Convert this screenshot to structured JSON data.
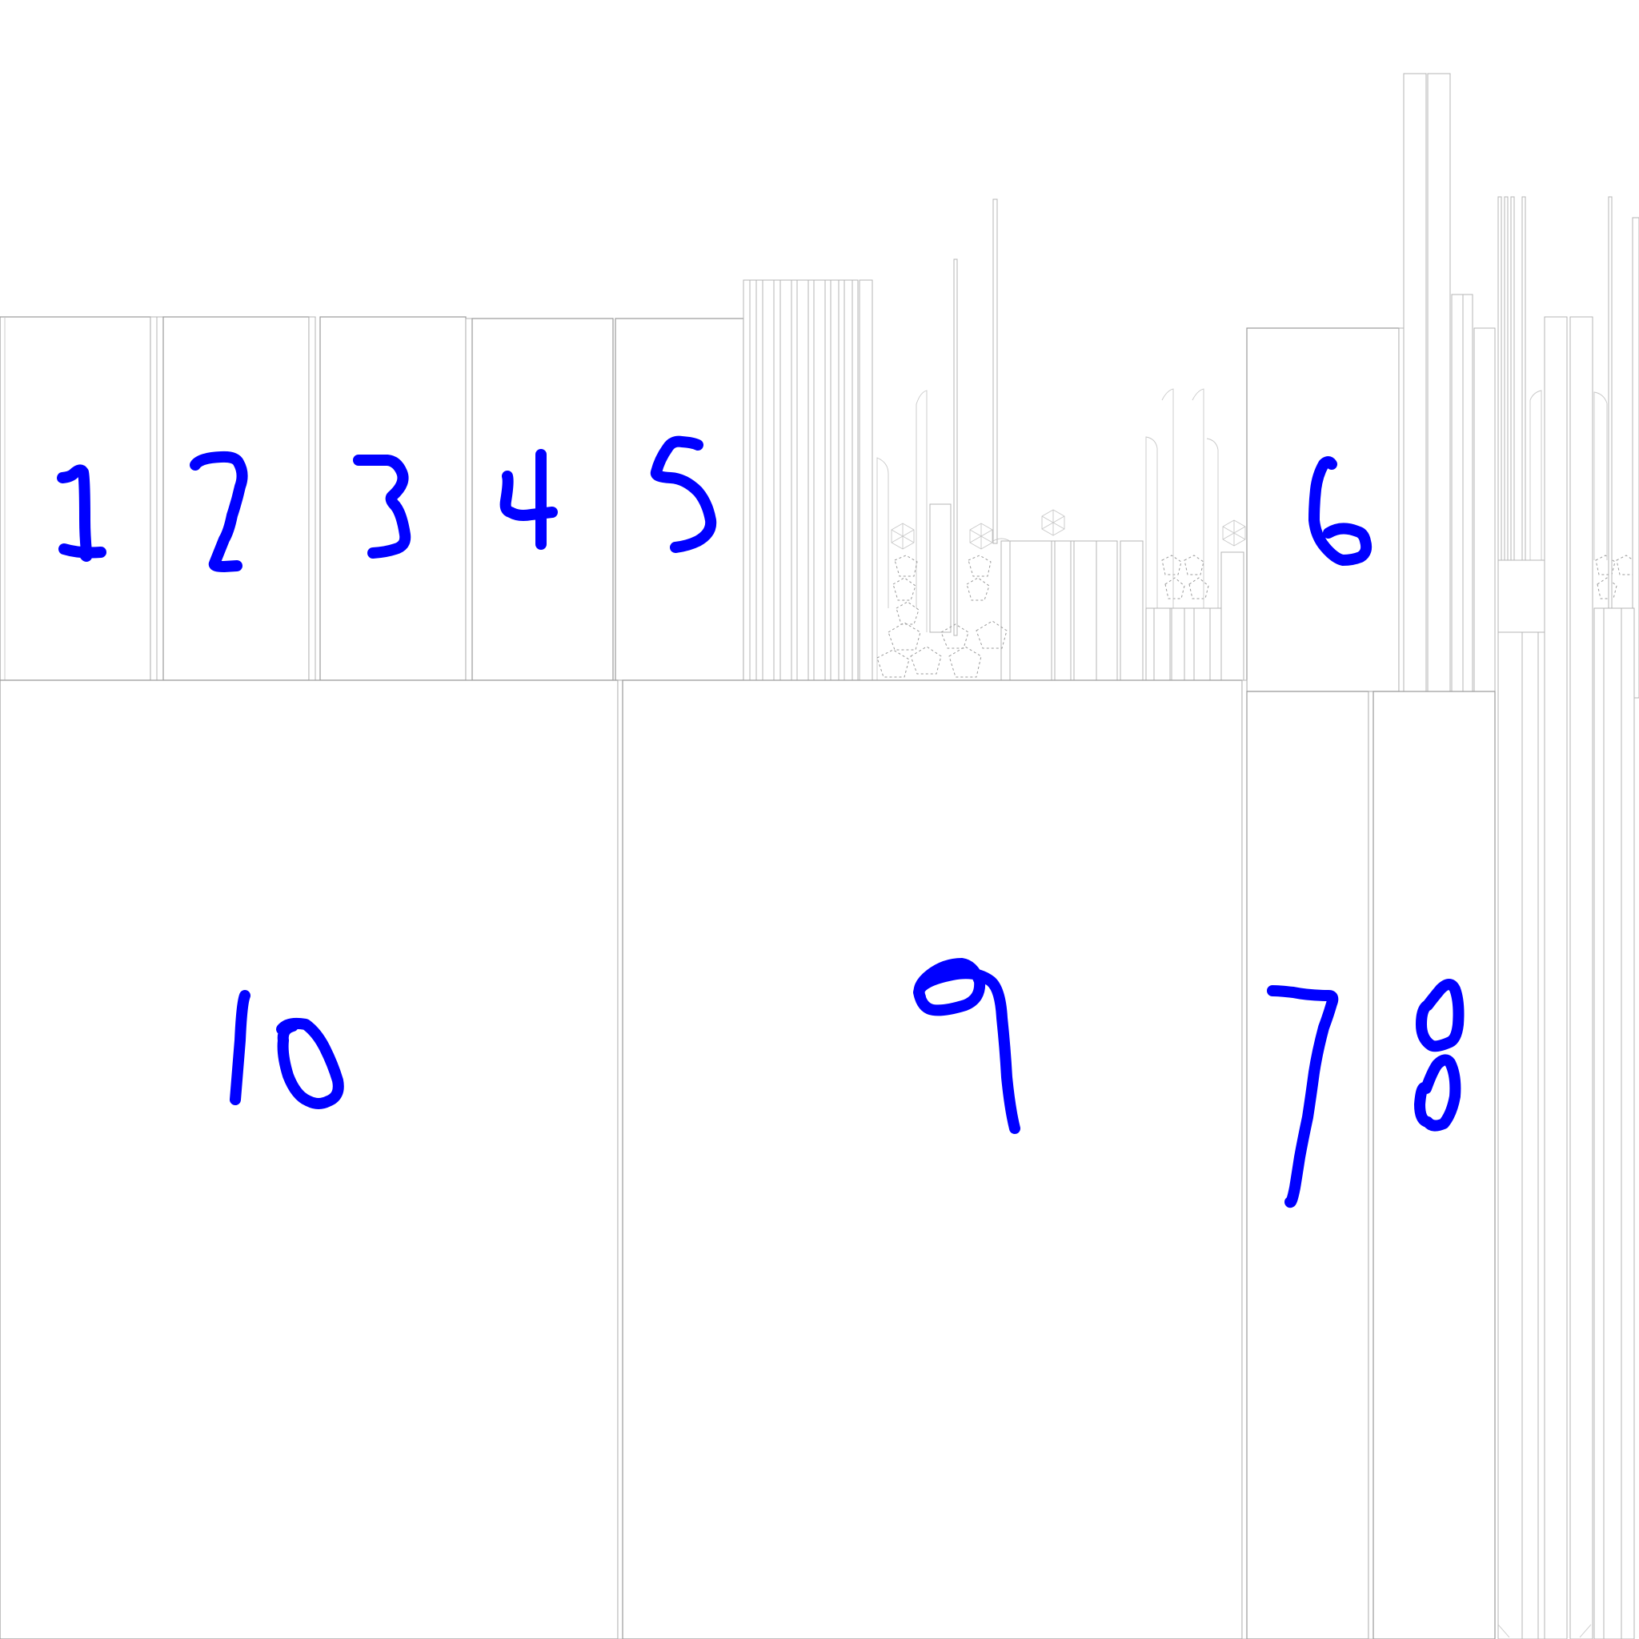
{
  "ink_color": "#0000ff",
  "labels": {
    "l1": "1",
    "l2": "2",
    "l3": "3",
    "l4": "4",
    "l5": "5",
    "l6": "6",
    "l7": "7",
    "l8": "8",
    "l9": "9",
    "l10": "10"
  }
}
